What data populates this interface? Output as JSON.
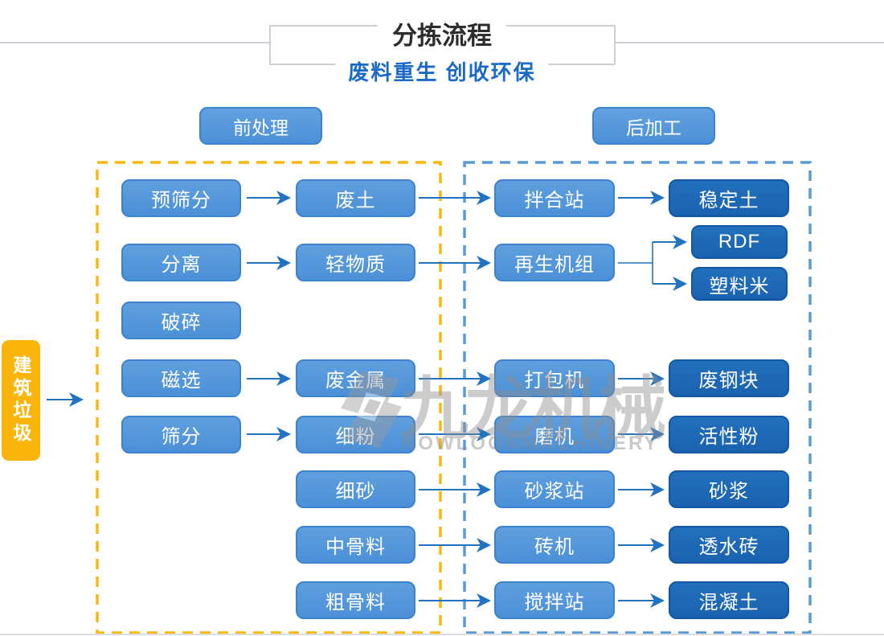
{
  "header": {
    "title": "分拣流程",
    "subtitle": "废料重生 创收环保"
  },
  "sections": {
    "pre_label": "前处理",
    "post_label": "后加工"
  },
  "source_label": "建筑垃圾",
  "flow": {
    "col1": [
      "预筛分",
      "分离",
      "破碎",
      "磁选",
      "筛分"
    ],
    "col2": [
      "废土",
      "轻物质",
      "废金属",
      "细粉",
      "细砂",
      "中骨料",
      "粗骨料"
    ],
    "col3": [
      "拌合站",
      "再生机组",
      "打包机",
      "磨机",
      "砂浆站",
      "砖机",
      "搅拌站"
    ],
    "col4": [
      "稳定土",
      "RDF",
      "塑料米",
      "废钢块",
      "活性粉",
      "砂浆",
      "透水砖",
      "混凝土"
    ]
  },
  "watermark": {
    "cn": "九龙机械",
    "en": "KOWLOONMACHINERY"
  },
  "colors": {
    "node_blue": "#4B90D8",
    "node_dark_blue": "#1D68B6",
    "source_yellow": "#FBB409",
    "dash_yellow": "#FBB80C",
    "dash_blue": "#5B9BD5",
    "arrow_blue": "#2173C2",
    "subtitle_blue": "#1B6AC6",
    "title_dark": "#2D2D2D"
  }
}
